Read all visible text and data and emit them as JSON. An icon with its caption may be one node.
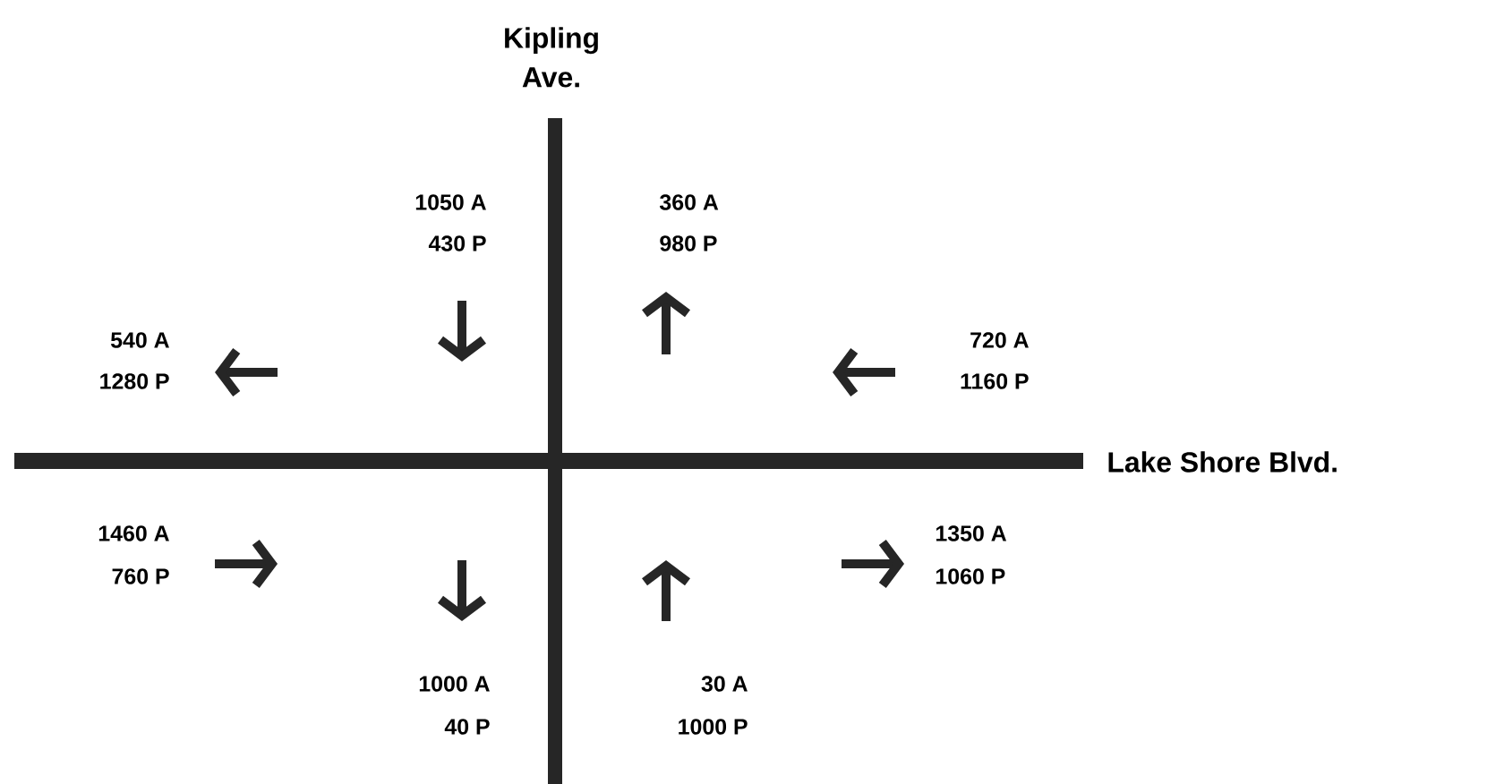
{
  "diagram": {
    "labels": [
      "Kipling Ave.",
      "1050 A",
      "430 P",
      "360 A",
      "980 P",
      "540 A",
      "1280 P",
      "720 A",
      "1160 P",
      "Lake Shore Blvd.",
      "1460 A",
      "760 P",
      "1350 A",
      "1060 P",
      "1000 A",
      "40 P",
      "30 A",
      "1000 P"
    ]
  }
}
